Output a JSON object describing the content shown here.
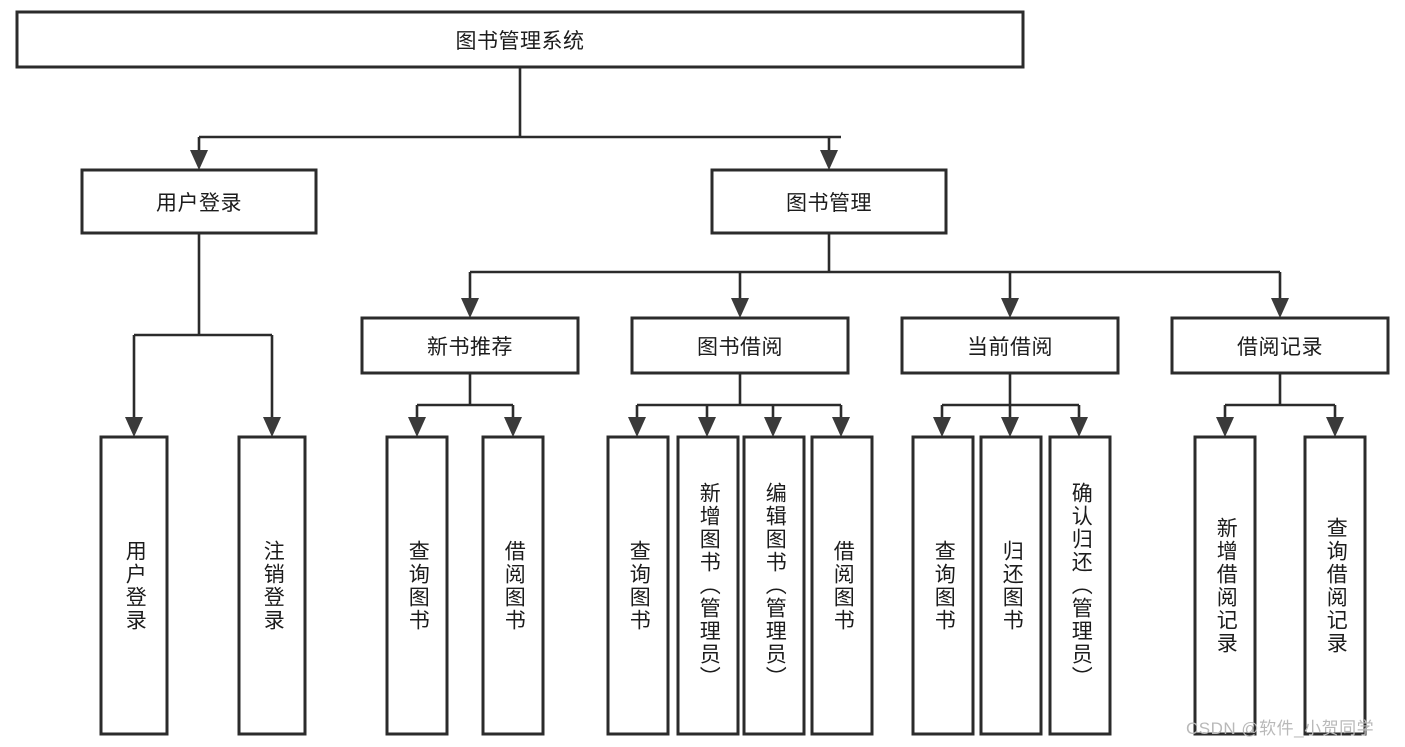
{
  "diagram": {
    "type": "tree",
    "title": "图书管理系统",
    "orientation": "top-down",
    "colors": {
      "box_stroke": "#2b2b2b",
      "box_fill": "#ffffff",
      "connector": "#2b2b2b",
      "text": "#1c1c1c",
      "watermark": "#b9b9b9",
      "background": "#ffffff"
    },
    "nodes": {
      "root": {
        "label": "图书管理系统"
      },
      "level1": [
        {
          "id": "user-login",
          "label": "用户登录"
        },
        {
          "id": "book-manage",
          "label": "图书管理"
        }
      ],
      "level2": [
        {
          "id": "new-book-recommend",
          "label": "新书推荐"
        },
        {
          "id": "book-borrow",
          "label": "图书借阅"
        },
        {
          "id": "current-borrow",
          "label": "当前借阅"
        },
        {
          "id": "borrow-record",
          "label": "借阅记录"
        }
      ],
      "leaves": {
        "user-login": [
          {
            "id": "leaf-user-login",
            "label": "用户登录"
          },
          {
            "id": "leaf-user-logout",
            "label": "注销登录"
          }
        ],
        "new-book-recommend": [
          {
            "id": "leaf-query-book-1",
            "label": "查询图书"
          },
          {
            "id": "leaf-borrow-book-1",
            "label": "借阅图书"
          }
        ],
        "book-borrow": [
          {
            "id": "leaf-query-book-2",
            "label": "查询图书"
          },
          {
            "id": "leaf-add-book",
            "label": "新增图书（管理员）"
          },
          {
            "id": "leaf-edit-book",
            "label": "编辑图书（管理员）"
          },
          {
            "id": "leaf-borrow-book-2",
            "label": "借阅图书"
          }
        ],
        "current-borrow": [
          {
            "id": "leaf-query-book-3",
            "label": "查询图书"
          },
          {
            "id": "leaf-return-book",
            "label": "归还图书"
          },
          {
            "id": "leaf-confirm-return",
            "label": "确认归还（管理员）"
          }
        ],
        "borrow-record": [
          {
            "id": "leaf-add-record",
            "label": "新增借阅记录"
          },
          {
            "id": "leaf-query-record",
            "label": "查询借阅记录"
          }
        ]
      }
    },
    "watermark": "CSDN @软件_小贺同学"
  }
}
